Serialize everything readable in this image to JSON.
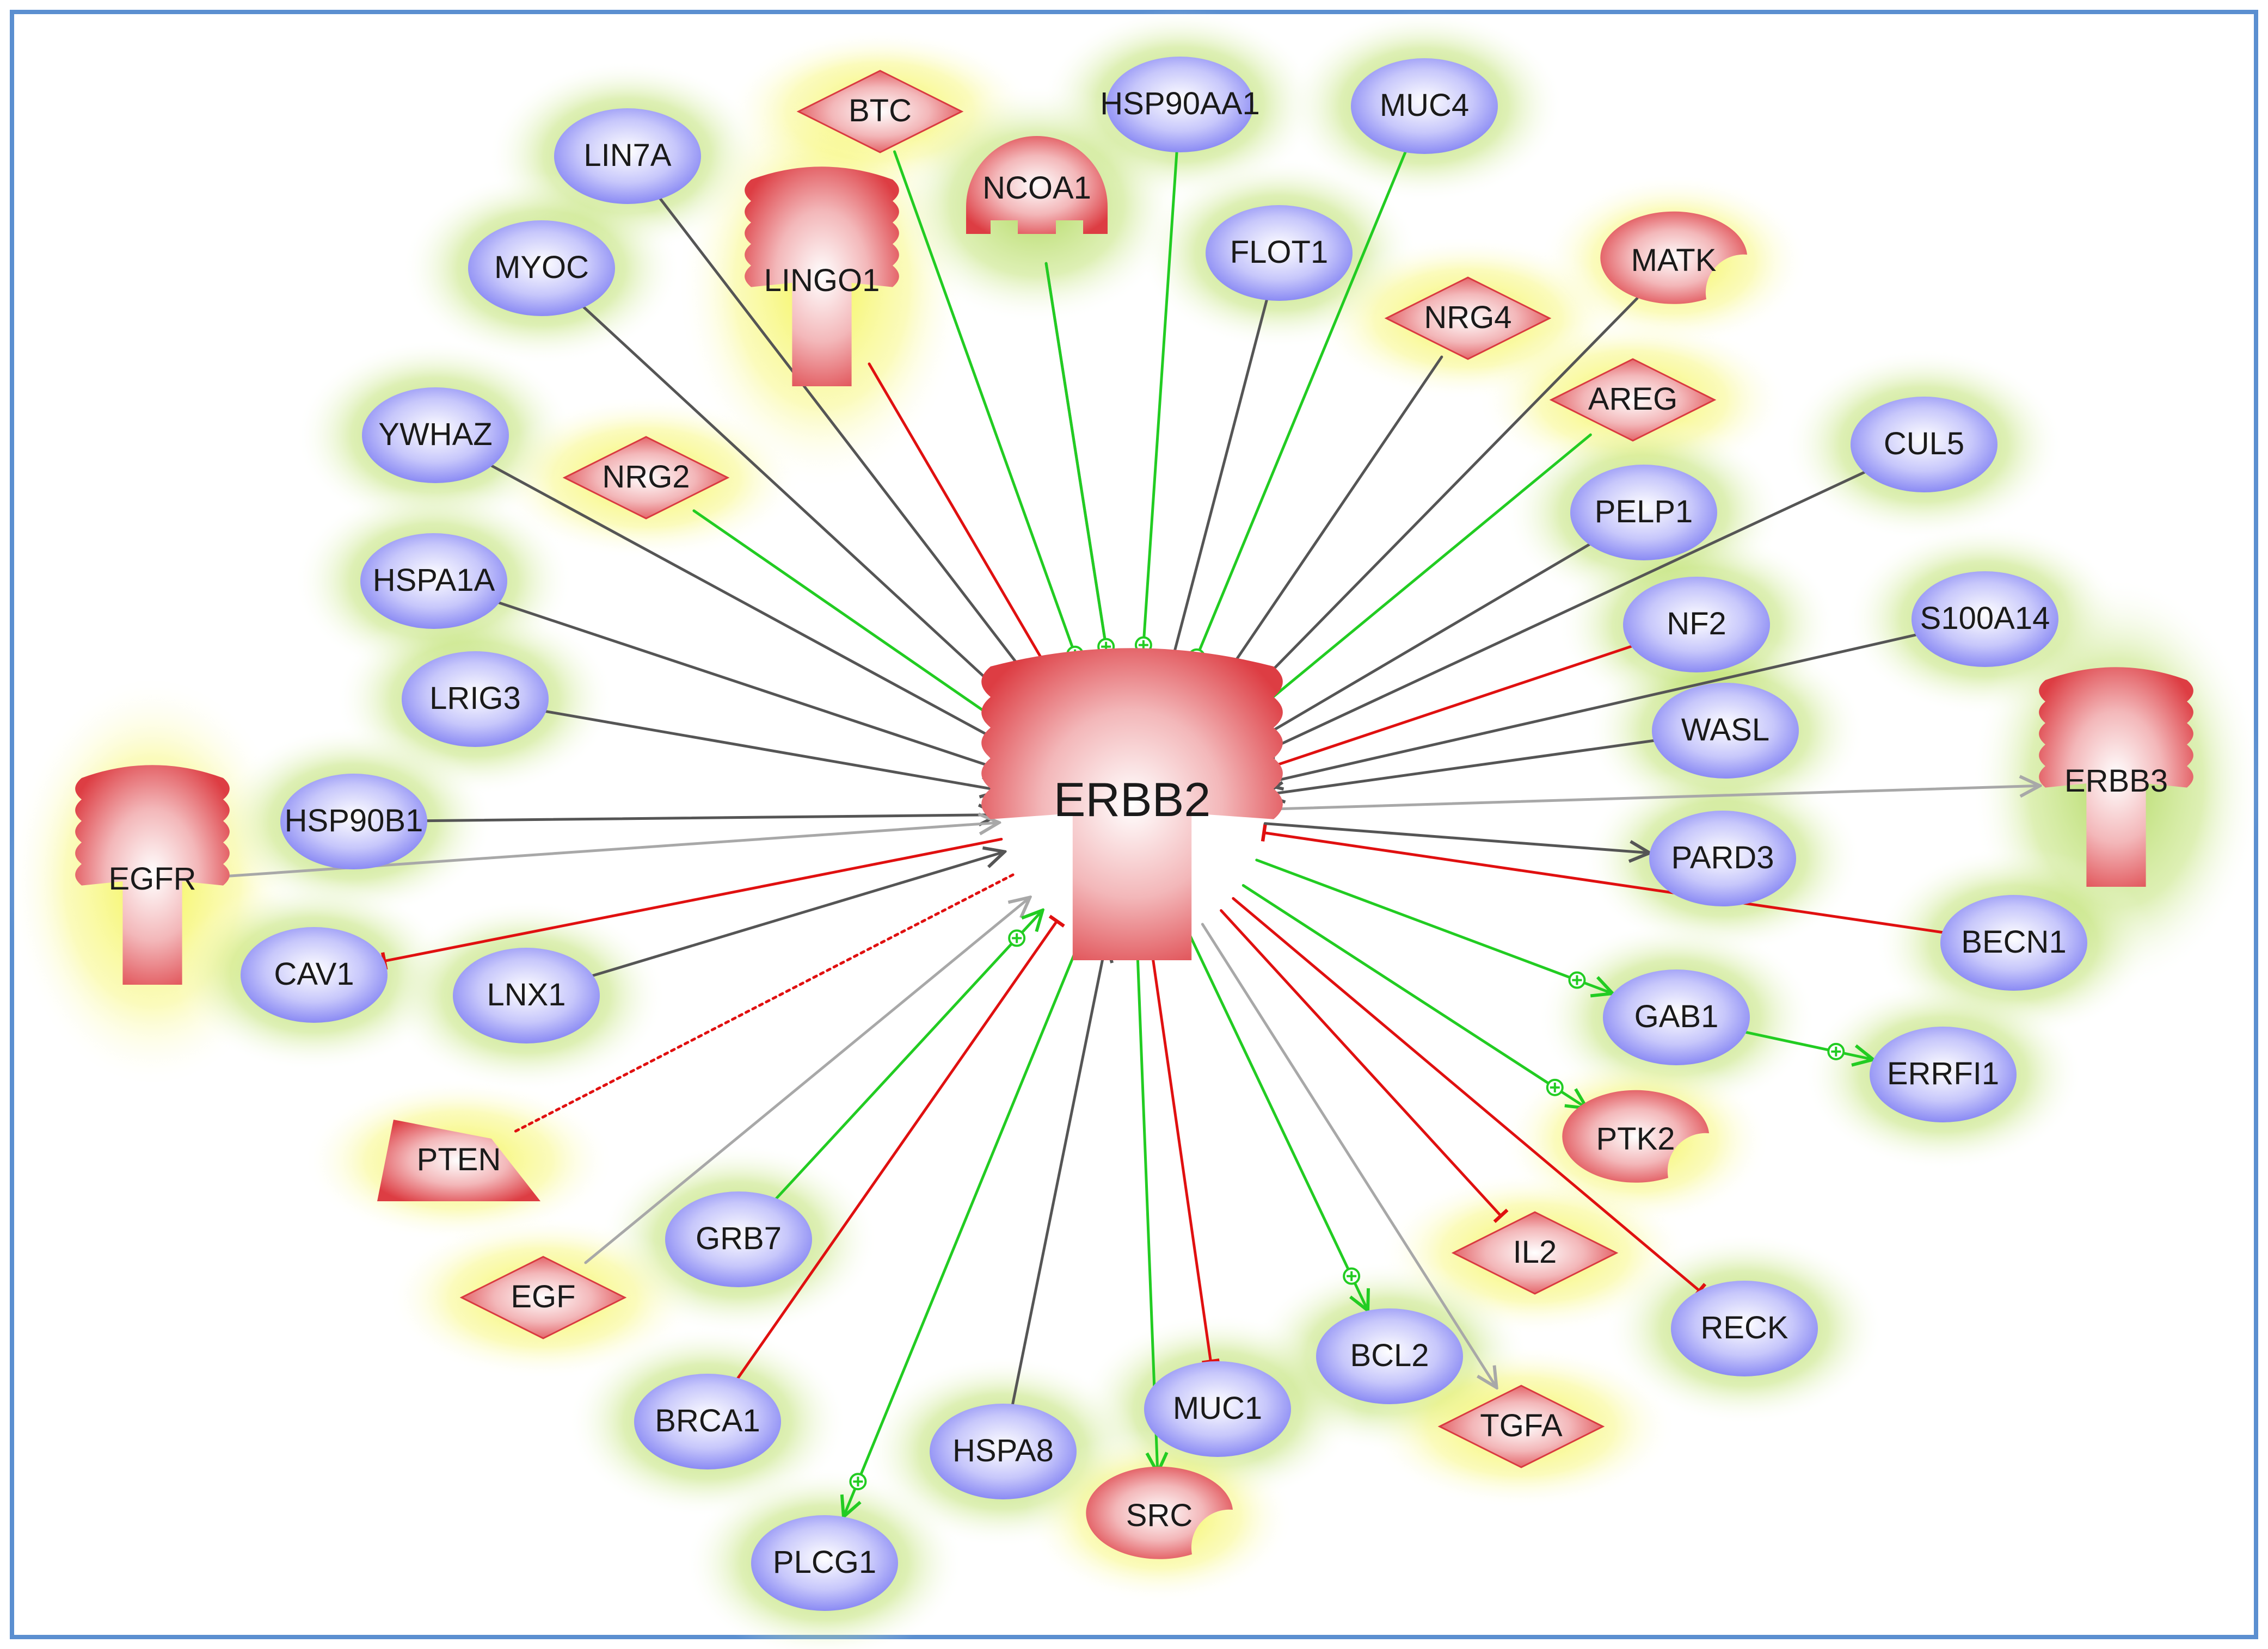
{
  "nodes": [
    {
      "id": "ERBB2",
      "label": "ERBB2",
      "shape": "receptor-big",
      "glow": "none"
    },
    {
      "id": "LIN7A",
      "label": "LIN7A",
      "shape": "ellipse",
      "glow": "green"
    },
    {
      "id": "BTC",
      "label": "BTC",
      "shape": "diamond",
      "glow": "yellow"
    },
    {
      "id": "HSP90AA1",
      "label": "HSP90AA1",
      "shape": "ellipse",
      "glow": "green"
    },
    {
      "id": "MUC4",
      "label": "MUC4",
      "shape": "ellipse",
      "glow": "green"
    },
    {
      "id": "LINGO1",
      "label": "LINGO1",
      "shape": "receptor",
      "glow": "yellow"
    },
    {
      "id": "NCOA1",
      "label": "NCOA1",
      "shape": "ncoa",
      "glow": "green"
    },
    {
      "id": "FLOT1",
      "label": "FLOT1",
      "shape": "ellipse",
      "glow": "green"
    },
    {
      "id": "MATK",
      "label": "MATK",
      "shape": "crescent",
      "glow": "yellow"
    },
    {
      "id": "MYOC",
      "label": "MYOC",
      "shape": "ellipse",
      "glow": "green"
    },
    {
      "id": "NRG4",
      "label": "NRG4",
      "shape": "diamond",
      "glow": "yellow"
    },
    {
      "id": "AREG",
      "label": "AREG",
      "shape": "diamond",
      "glow": "yellow"
    },
    {
      "id": "YWHAZ",
      "label": "YWHAZ",
      "shape": "ellipse",
      "glow": "green"
    },
    {
      "id": "NRG2",
      "label": "NRG2",
      "shape": "diamond",
      "glow": "yellow"
    },
    {
      "id": "CUL5",
      "label": "CUL5",
      "shape": "ellipse",
      "glow": "green"
    },
    {
      "id": "PELP1",
      "label": "PELP1",
      "shape": "ellipse",
      "glow": "green"
    },
    {
      "id": "HSPA1A",
      "label": "HSPA1A",
      "shape": "ellipse",
      "glow": "green"
    },
    {
      "id": "NF2",
      "label": "NF2",
      "shape": "ellipse",
      "glow": "green"
    },
    {
      "id": "S100A14",
      "label": "S100A14",
      "shape": "ellipse",
      "glow": "green"
    },
    {
      "id": "LRIG3",
      "label": "LRIG3",
      "shape": "ellipse",
      "glow": "green"
    },
    {
      "id": "WASL",
      "label": "WASL",
      "shape": "ellipse",
      "glow": "green"
    },
    {
      "id": "ERBB3",
      "label": "ERBB3",
      "shape": "receptor",
      "glow": "green"
    },
    {
      "id": "EGFR",
      "label": "EGFR",
      "shape": "receptor",
      "glow": "yellow"
    },
    {
      "id": "HSP90B1",
      "label": "HSP90B1",
      "shape": "ellipse",
      "glow": "green"
    },
    {
      "id": "PARD3",
      "label": "PARD3",
      "shape": "ellipse",
      "glow": "green"
    },
    {
      "id": "BECN1",
      "label": "BECN1",
      "shape": "ellipse",
      "glow": "green"
    },
    {
      "id": "CAV1",
      "label": "CAV1",
      "shape": "ellipse",
      "glow": "green"
    },
    {
      "id": "LNX1",
      "label": "LNX1",
      "shape": "ellipse",
      "glow": "green"
    },
    {
      "id": "GAB1",
      "label": "GAB1",
      "shape": "ellipse",
      "glow": "green"
    },
    {
      "id": "ERRFI1",
      "label": "ERRFI1",
      "shape": "ellipse",
      "glow": "green"
    },
    {
      "id": "PTEN",
      "label": "PTEN",
      "shape": "trapezoid",
      "glow": "yellow"
    },
    {
      "id": "PTK2",
      "label": "PTK2",
      "shape": "crescent",
      "glow": "yellow"
    },
    {
      "id": "GRB7",
      "label": "GRB7",
      "shape": "ellipse",
      "glow": "green"
    },
    {
      "id": "IL2",
      "label": "IL2",
      "shape": "diamond",
      "glow": "yellow"
    },
    {
      "id": "EGF",
      "label": "EGF",
      "shape": "diamond",
      "glow": "yellow"
    },
    {
      "id": "RECK",
      "label": "RECK",
      "shape": "ellipse",
      "glow": "green"
    },
    {
      "id": "BCL2",
      "label": "BCL2",
      "shape": "ellipse",
      "glow": "green"
    },
    {
      "id": "BRCA1",
      "label": "BRCA1",
      "shape": "ellipse",
      "glow": "green"
    },
    {
      "id": "MUC1",
      "label": "MUC1",
      "shape": "ellipse",
      "glow": "green"
    },
    {
      "id": "TGFA",
      "label": "TGFA",
      "shape": "diamond",
      "glow": "yellow"
    },
    {
      "id": "HSPA8",
      "label": "HSPA8",
      "shape": "ellipse",
      "glow": "green"
    },
    {
      "id": "SRC",
      "label": "SRC",
      "shape": "crescent",
      "glow": "yellow"
    },
    {
      "id": "PLCG1",
      "label": "PLCG1",
      "shape": "ellipse",
      "glow": "green"
    }
  ],
  "edges": [
    {
      "from": "LIN7A",
      "to": "ERBB2",
      "type": "gray-arrow"
    },
    {
      "from": "MYOC",
      "to": "ERBB2",
      "type": "gray-arrow"
    },
    {
      "from": "YWHAZ",
      "to": "ERBB2",
      "type": "gray-arrow"
    },
    {
      "from": "HSPA1A",
      "to": "ERBB2",
      "type": "gray-arrow"
    },
    {
      "from": "LRIG3",
      "to": "ERBB2",
      "type": "gray-arrow"
    },
    {
      "from": "HSP90B1",
      "to": "ERBB2",
      "type": "gray-arrow"
    },
    {
      "from": "EGFR",
      "to": "ERBB2",
      "type": "lightgray-arrow"
    },
    {
      "from": "LNX1",
      "to": "ERBB2",
      "type": "gray-arrow"
    },
    {
      "from": "EGF",
      "to": "ERBB2",
      "type": "lightgray-arrow"
    },
    {
      "from": "HSPA8",
      "to": "ERBB2",
      "type": "gray-arrow"
    },
    {
      "from": "NCOA1",
      "to": "ERBB2",
      "type": "gray-arrow"
    },
    {
      "from": "FLOT1",
      "to": "ERBB2",
      "type": "gray-arrow"
    },
    {
      "from": "NRG4",
      "to": "ERBB2",
      "type": "gray-arrow"
    },
    {
      "from": "MATK",
      "to": "ERBB2",
      "type": "gray-arrow"
    },
    {
      "from": "CUL5",
      "to": "ERBB2",
      "type": "gray-arrow"
    },
    {
      "from": "PELP1",
      "to": "ERBB2",
      "type": "gray-arrow"
    },
    {
      "from": "S100A14",
      "to": "ERBB2",
      "type": "gray-arrow"
    },
    {
      "from": "WASL",
      "to": "ERBB2",
      "type": "gray-arrow"
    },
    {
      "from": "BTC",
      "to": "ERBB2",
      "type": "green-activation"
    },
    {
      "from": "HSP90AA1",
      "to": "ERBB2",
      "type": "green-activation"
    },
    {
      "from": "NCOA1",
      "to": "ERBB2",
      "type": "green-activation"
    },
    {
      "from": "MUC4",
      "to": "ERBB2",
      "type": "green-activation"
    },
    {
      "from": "AREG",
      "to": "ERBB2",
      "type": "green-activation"
    },
    {
      "from": "NRG2",
      "to": "ERBB2",
      "type": "green-activation"
    },
    {
      "from": "GRB7",
      "to": "ERBB2",
      "type": "green-activation"
    },
    {
      "from": "LINGO1",
      "to": "ERBB2",
      "type": "red-inhibition"
    },
    {
      "from": "NF2",
      "to": "ERBB2",
      "type": "red-inhibition"
    },
    {
      "from": "BECN1",
      "to": "ERBB2",
      "type": "red-inhibition"
    },
    {
      "from": "BRCA1",
      "to": "ERBB2",
      "type": "red-inhibition"
    },
    {
      "from": "ERBB2",
      "to": "ERBB3",
      "type": "lightgray-arrow"
    },
    {
      "from": "ERBB2",
      "to": "PARD3",
      "type": "gray-arrow"
    },
    {
      "from": "ERBB2",
      "to": "TGFA",
      "type": "lightgray-arrow"
    },
    {
      "from": "ERBB2",
      "to": "GAB1",
      "type": "green-activation"
    },
    {
      "from": "GAB1",
      "to": "ERRFI1",
      "type": "green-activation"
    },
    {
      "from": "ERBB2",
      "to": "PTK2",
      "type": "green-activation"
    },
    {
      "from": "ERBB2",
      "to": "BCL2",
      "type": "green-activation"
    },
    {
      "from": "ERBB2",
      "to": "SRC",
      "type": "green-arrow"
    },
    {
      "from": "ERBB2",
      "to": "PLCG1",
      "type": "green-activation"
    },
    {
      "from": "ERBB2",
      "to": "CAV1",
      "type": "red-inhibition"
    },
    {
      "from": "ERBB2",
      "to": "IL2",
      "type": "red-inhibition"
    },
    {
      "from": "ERBB2",
      "to": "RECK",
      "type": "red-inhibition"
    },
    {
      "from": "ERBB2",
      "to": "MUC1",
      "type": "red-inhibition"
    },
    {
      "from": "PTEN",
      "to": "ERBB2",
      "type": "red-dotted"
    }
  ],
  "colors": {
    "frame": "#5b8fd0",
    "node_blue": "#8b8bf5",
    "node_red": "#e0474c",
    "glow_green": "#9acd32",
    "glow_yellow": "#f2f22a",
    "edge_gray": "#555555",
    "edge_lightgray": "#a8a8a8",
    "edge_green": "#22cc22",
    "edge_red": "#e01010"
  }
}
